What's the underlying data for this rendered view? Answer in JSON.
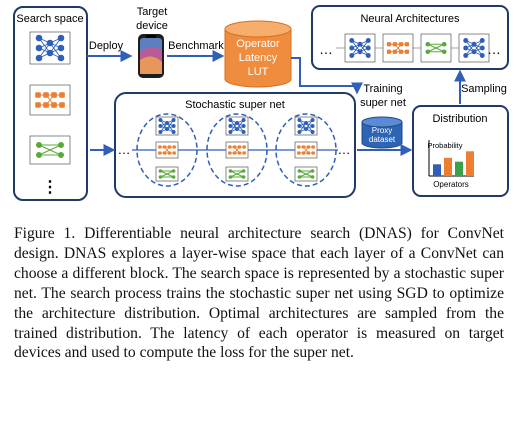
{
  "figure": {
    "search_space_label": "Search space",
    "target_device_label_line1": "Target",
    "target_device_label_line2": "device",
    "deploy_label": "Deploy",
    "benchmark_label": "Benchmark",
    "lut_label_line1": "Operator",
    "lut_label_line2": "Latency",
    "lut_label_line3": "LUT",
    "neural_architectures_label": "Neural Architectures",
    "stochastic_super_net_label": "Stochastic super net",
    "training_super_net_line1": "Training",
    "training_super_net_line2": "super net",
    "proxy_dataset_line1": "Proxy",
    "proxy_dataset_line2": "dataset",
    "sampling_label": "Sampling",
    "distribution_label": "Distribution",
    "probability_label": "Probability",
    "operators_label": "Operators",
    "ellipsis_h": "…",
    "ellipsis_v": "⋮",
    "colors": {
      "blue": "#2f5fb8",
      "orange": "#ed7d31",
      "green": "#5aa83a",
      "navy": "#1f3a66",
      "lut_orange": "#f08c3e",
      "proxy_blue": "#2e64b4",
      "bar_green": "#3aa04a"
    },
    "probability_bars": [
      0.45,
      0.7,
      0.55,
      0.95
    ]
  },
  "caption": {
    "text": "Figure 1. Differentiable neural architecture search (DNAS) for ConvNet design. DNAS explores a layer-wise space that each layer of a ConvNet can choose a different block. The search space is represented by a stochastic super net. The search process trains the stochastic super net using SGD to optimize the architecture distribution. Optimal architectures are sampled from the trained distribution. The latency of each operator is measured on target devices and used to compute the loss for the super net."
  }
}
